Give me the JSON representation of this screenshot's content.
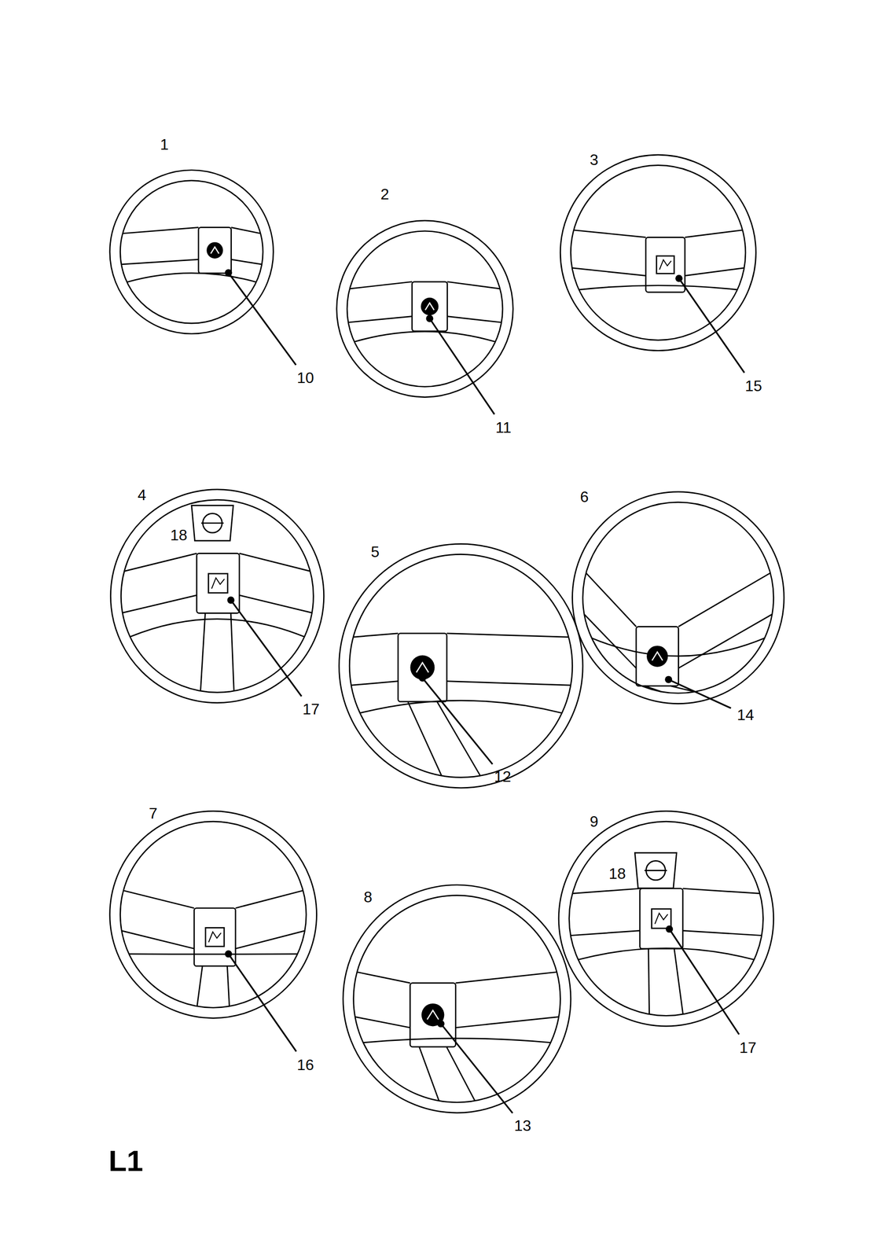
{
  "diagram": {
    "labels": [
      "1",
      "10",
      "2",
      "11",
      "3",
      "15",
      "4",
      "18",
      "17",
      "5",
      "12",
      "6",
      "14",
      "7",
      "16",
      "8",
      "13",
      "9",
      "18",
      "17",
      "L1"
    ]
  }
}
